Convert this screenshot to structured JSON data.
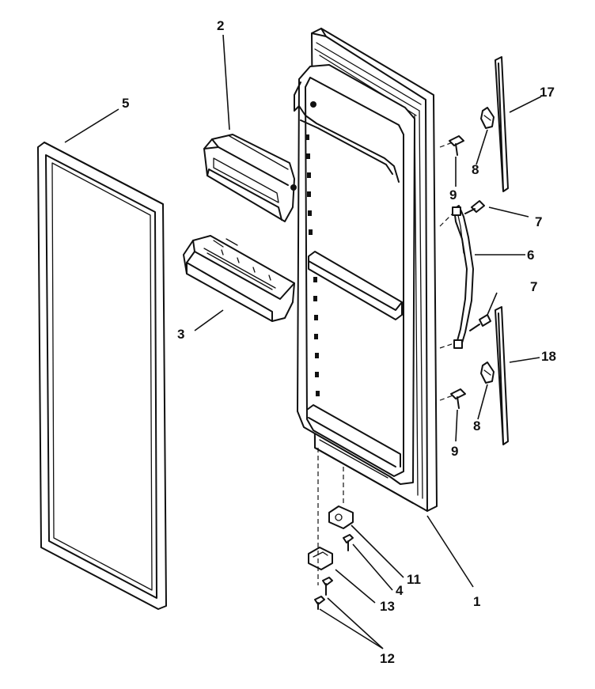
{
  "diagram": {
    "callouts": {
      "door": "1",
      "dairy_door": "2",
      "door_bin": "3",
      "hinge_screw": "4",
      "door_gasket": "5",
      "handle": "6",
      "handle_screw_upper": "7",
      "handle_screw_lower": "7",
      "plug_button_upper": "8",
      "plug_button_lower": "8",
      "trim_screw_upper": "9",
      "trim_screw_lower": "9",
      "hinge_bracket": "11",
      "hinge_bolts": "12",
      "hinge_cap": "13",
      "trim_upper": "17",
      "trim_lower": "18"
    }
  }
}
